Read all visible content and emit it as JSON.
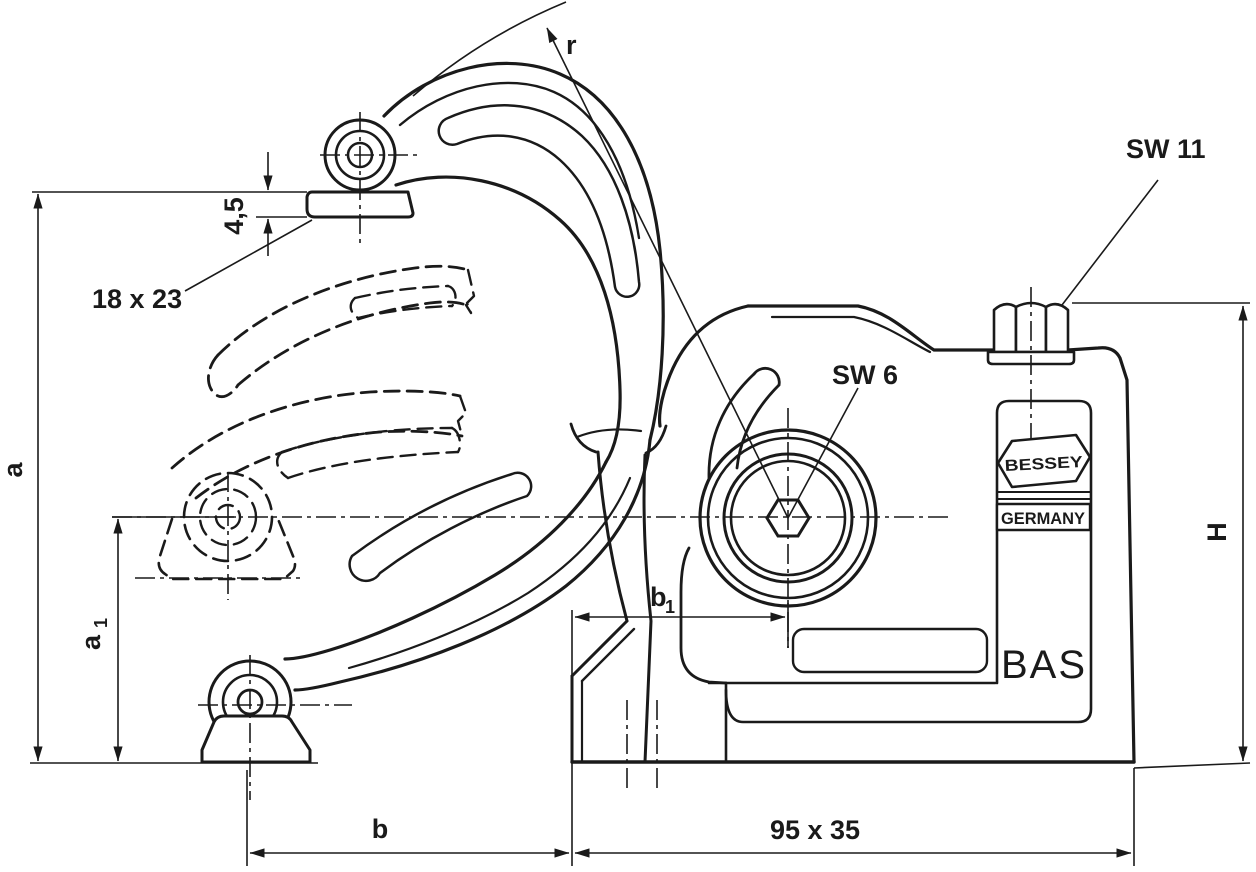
{
  "drawing": {
    "type": "technical-dimension-drawing",
    "subject": "BESSEY BAS clamping element side view",
    "colors": {
      "ink": "#1a1a1a",
      "background": "#ffffff"
    },
    "labels": {
      "radius": "r",
      "sw11": "SW 11",
      "sw6": "SW 6",
      "pad_thickness": "4,5",
      "pad_size": "18 x 23",
      "a": "a",
      "a1_base": "a",
      "a1_sub": "1",
      "b": "b",
      "b1_base": "b",
      "b1_sub": "1",
      "height": "H",
      "base_size": "95 x 35"
    },
    "branding": {
      "logo": "BESSEY",
      "country": "GERMANY",
      "model": "BAS"
    }
  }
}
